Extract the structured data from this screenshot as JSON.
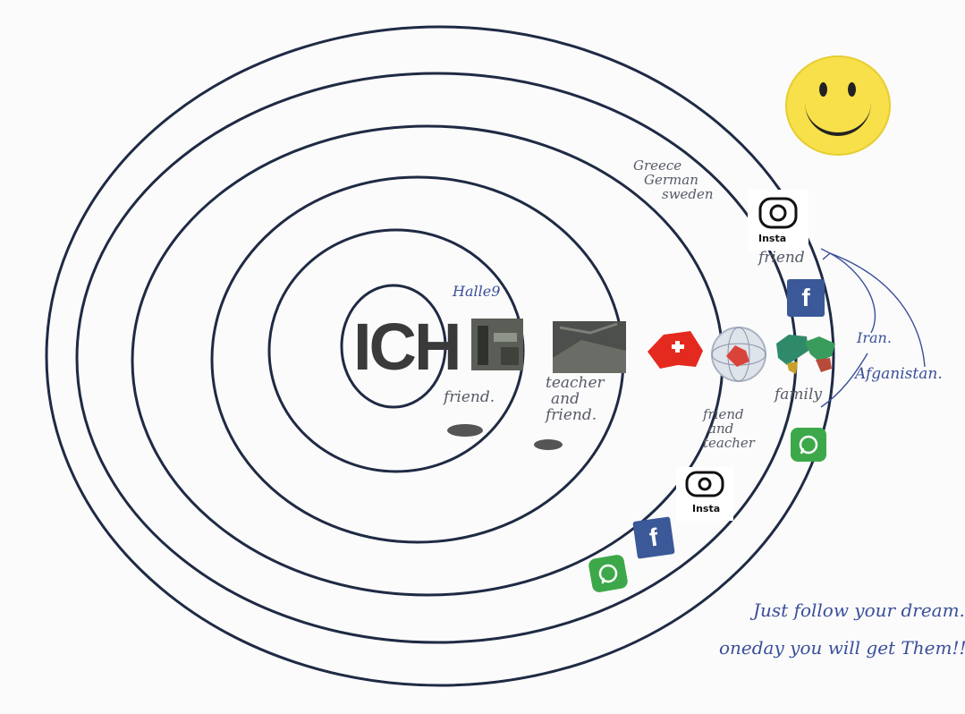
{
  "center": {
    "label": "ICH"
  },
  "notes": {
    "halle": "Halle",
    "halle_num": "9",
    "friend_inner": "friend.",
    "teacher_friend": [
      "teacher",
      "and",
      "friend."
    ],
    "countries": [
      "Greece",
      "German",
      "sweden"
    ],
    "friend_outer": "friend",
    "friend_teacher": [
      "friend",
      "and",
      "teacher"
    ],
    "family": "family",
    "iran": "Iran.",
    "afghanistan": "Afganistan.",
    "quote_line1": "Just follow your dream...",
    "quote_line2": "oneday you will get Them!!"
  },
  "social": {
    "insta_label_top": "Insta",
    "insta_label_bottom": "Insta",
    "facebook_glyph": "f"
  },
  "icons": [
    "smiley-icon",
    "instagram-icon",
    "facebook-icon",
    "whatsapp-icon",
    "swiss-flag-icon",
    "globe-icon",
    "world-map-icon"
  ],
  "colors": {
    "ink": "#3a4f9a",
    "ring": "#1f2a44",
    "smiley": "#f7e04a",
    "facebook": "#3b5998",
    "whatsapp": "#3da84a",
    "swiss_red": "#e42a1e"
  }
}
